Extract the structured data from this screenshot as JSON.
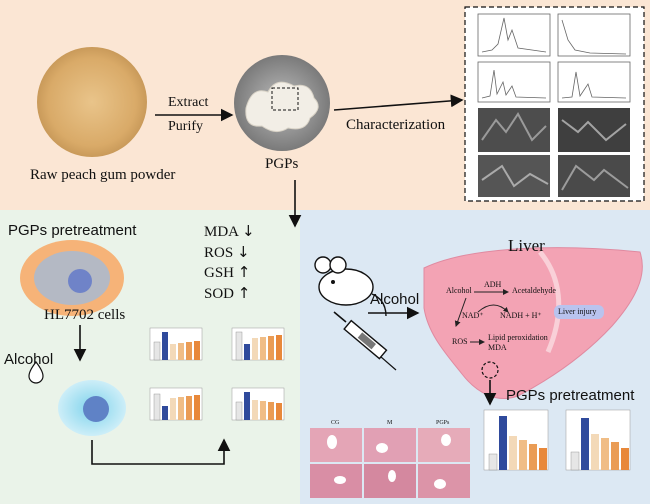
{
  "top": {
    "powder_label": "Raw peach gum powder",
    "extract_label": "Extract",
    "purify_label": "Purify",
    "pgps_label": "PGPs",
    "characterization_label": "Characterization"
  },
  "left": {
    "pretreatment_title": "PGPs pretreatment",
    "cell_label": "HL7702 cells",
    "alcohol_label": "Alcohol",
    "markers": [
      {
        "name": "MDA",
        "arrow": "↓"
      },
      {
        "name": "ROS",
        "arrow": "↓"
      },
      {
        "name": "GSH",
        "arrow": "↑"
      },
      {
        "name": "SOD",
        "arrow": "↑"
      }
    ]
  },
  "right": {
    "liver_title": "Liver",
    "alcohol_label": "Alcohol",
    "pathway": {
      "alcohol": "Alcohol",
      "adh": "ADH",
      "acetaldehyde": "Acetaldehyde",
      "nad": "NAD⁺",
      "nadh": "NADH + H⁺",
      "liver_injury": "Liver injury",
      "ros": "ROS",
      "lipid_peroxidation": "Lipid peroxidation",
      "mda": "MDA"
    },
    "pretreatment_title": "PGPs pretreatment",
    "histology_columns": [
      "CG",
      "M",
      "PGPs"
    ]
  },
  "colors": {
    "top_bg": "#fbe6d4",
    "left_bg": "#eaf3e9",
    "right_bg": "#dce8f3",
    "liver": "#f3a3b4",
    "injury_badge": "#b9c3ee",
    "bar_blue": "#2f4a9c",
    "bar_orange": "#e8883a"
  }
}
